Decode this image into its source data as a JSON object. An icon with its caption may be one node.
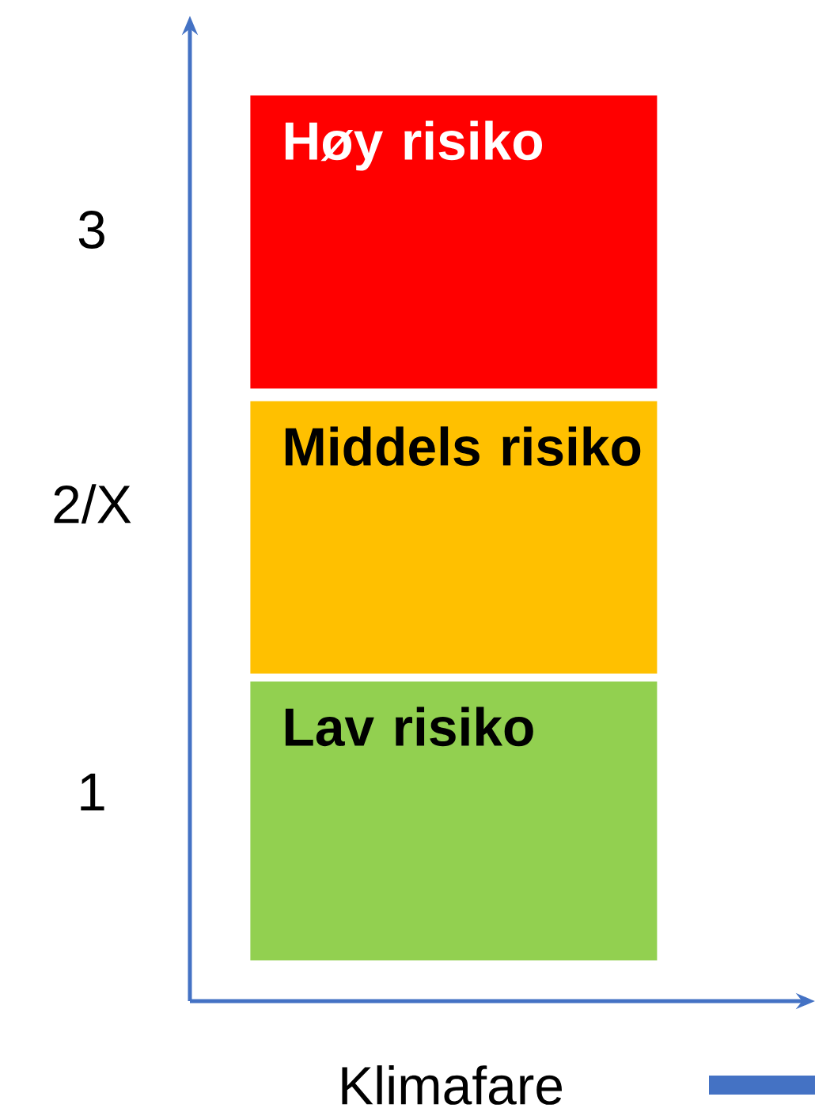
{
  "diagram": {
    "nodes": [
      {
        "text": [
          "Høy risiko"
        ]
      },
      {
        "text": [
          "Middels risiko"
        ]
      },
      {
        "text": [
          "Lav risiko"
        ]
      }
    ],
    "labels": [
      "3",
      "2/X",
      "1",
      "Klimafare"
    ]
  }
}
